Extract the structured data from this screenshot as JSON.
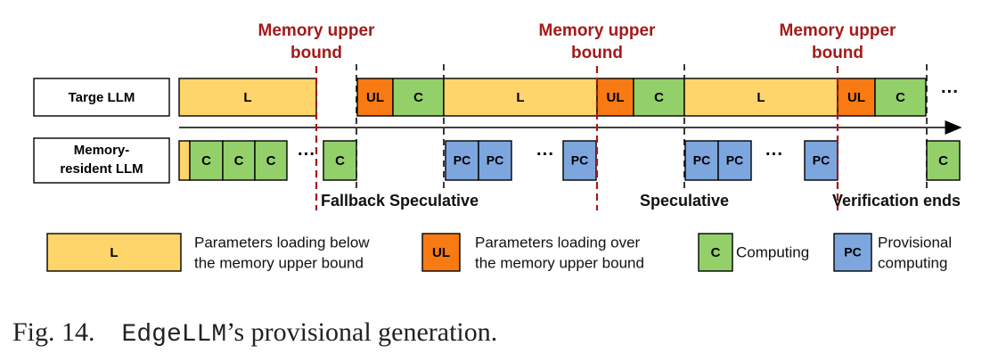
{
  "colors": {
    "load_below": "#FDD56A",
    "load_over": "#F77A12",
    "compute": "#93D06A",
    "provisional": "#7DA6DE",
    "bound_line": "#A41A1A",
    "stroke": "#000000"
  },
  "rows": {
    "target": "Targe LLM",
    "resident_line1": "Memory-",
    "resident_line2": "resident LLM"
  },
  "bound_labels": {
    "line1": "Memory upper",
    "line2": "bound"
  },
  "block_labels": {
    "load": "L",
    "load_over": "UL",
    "compute": "C",
    "provisional": "PC",
    "ellipsis": "···"
  },
  "phases": {
    "fallback": "Fallback Speculative",
    "speculative": "Speculative",
    "verification": "Verification ends"
  },
  "legend": {
    "load_line1": "Parameters loading below",
    "load_line2": "the  memory upper bound",
    "over_line1": "Parameters loading over",
    "over_line2": "the memory upper bound",
    "compute": "Computing",
    "prov_line1": "Provisional",
    "prov_line2": "computing"
  },
  "caption": {
    "num": "Fig. 14.",
    "name": "EdgeLLM",
    "rest": "’s provisional generation."
  }
}
